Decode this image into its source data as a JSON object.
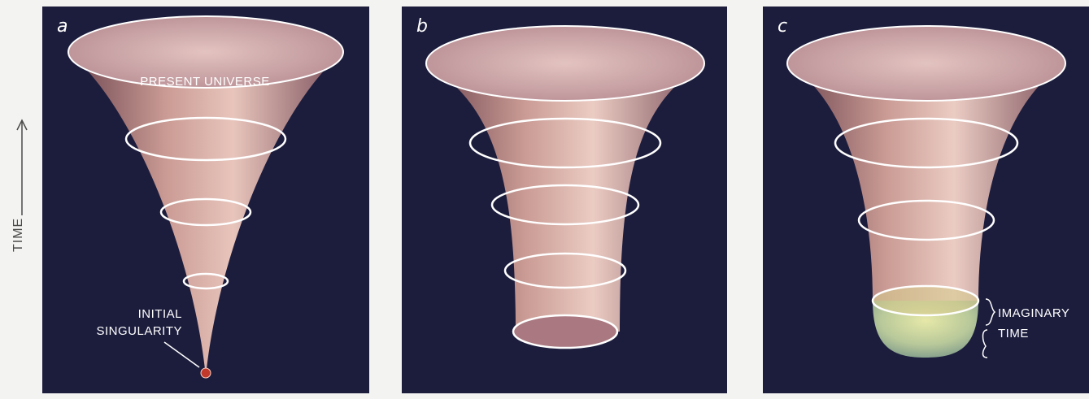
{
  "axis": {
    "label": "TIME"
  },
  "panels": [
    {
      "letter": "a",
      "annotations": {
        "top": "PRESENT UNIVERSE",
        "bottom_line1": "INITIAL",
        "bottom_line2": "SINGULARITY"
      }
    },
    {
      "letter": "b"
    },
    {
      "letter": "c",
      "annotations": {
        "side_line1": "IMAGINARY",
        "side_line2": "TIME"
      }
    }
  ],
  "colors": {
    "background": "#1c1d3d",
    "surface": "#b98a8a",
    "rim": "#ffffff",
    "imaginary_region": "#c9d79a",
    "singularity": "#c0392b"
  }
}
